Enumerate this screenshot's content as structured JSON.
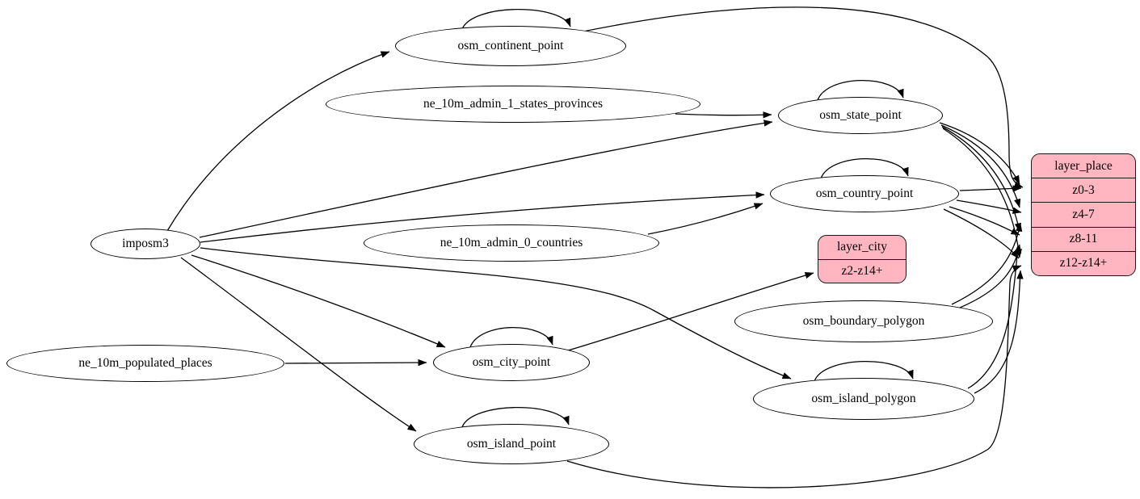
{
  "diagram": {
    "colors": {
      "record_fill": "#ffb6c1",
      "node_fill": "#ffffff",
      "stroke": "#000000"
    },
    "nodes": {
      "imposm3": {
        "label": "imposm3"
      },
      "osm_continent_point": {
        "label": "osm_continent_point"
      },
      "ne_10m_admin_1_states_provinces": {
        "label": "ne_10m_admin_1_states_provinces"
      },
      "osm_state_point": {
        "label": "osm_state_point"
      },
      "osm_country_point": {
        "label": "osm_country_point"
      },
      "ne_10m_admin_0_countries": {
        "label": "ne_10m_admin_0_countries"
      },
      "ne_10m_populated_places": {
        "label": "ne_10m_populated_places"
      },
      "osm_city_point": {
        "label": "osm_city_point"
      },
      "osm_boundary_polygon": {
        "label": "osm_boundary_polygon"
      },
      "osm_island_polygon": {
        "label": "osm_island_polygon"
      },
      "osm_island_point": {
        "label": "osm_island_point"
      }
    },
    "records": {
      "layer_place": {
        "title": "layer_place",
        "rows": [
          "z0-3",
          "z4-7",
          "z8-11",
          "z12-z14+"
        ]
      },
      "layer_city": {
        "title": "layer_city",
        "rows": [
          "z2-z14+"
        ]
      }
    },
    "edges": [
      {
        "from": "imposm3",
        "to": "osm_continent_point"
      },
      {
        "from": "imposm3",
        "to": "osm_state_point"
      },
      {
        "from": "imposm3",
        "to": "osm_country_point"
      },
      {
        "from": "imposm3",
        "to": "osm_city_point"
      },
      {
        "from": "imposm3",
        "to": "osm_island_point"
      },
      {
        "from": "imposm3",
        "to": "osm_island_polygon"
      },
      {
        "from": "ne_10m_admin_1_states_provinces",
        "to": "osm_state_point"
      },
      {
        "from": "ne_10m_admin_0_countries",
        "to": "osm_country_point"
      },
      {
        "from": "ne_10m_populated_places",
        "to": "osm_city_point"
      },
      {
        "from": "osm_continent_point",
        "to": "osm_continent_point"
      },
      {
        "from": "osm_state_point",
        "to": "osm_state_point"
      },
      {
        "from": "osm_country_point",
        "to": "osm_country_point"
      },
      {
        "from": "osm_city_point",
        "to": "osm_city_point"
      },
      {
        "from": "osm_island_point",
        "to": "osm_island_point"
      },
      {
        "from": "osm_island_polygon",
        "to": "osm_island_polygon"
      },
      {
        "from": "osm_continent_point",
        "to": "layer_place:z0-3"
      },
      {
        "from": "osm_state_point",
        "to": "layer_place:z0-3"
      },
      {
        "from": "osm_state_point",
        "to": "layer_place:z4-7"
      },
      {
        "from": "osm_state_point",
        "to": "layer_place:z8-11"
      },
      {
        "from": "osm_state_point",
        "to": "layer_place:z12-z14+"
      },
      {
        "from": "osm_country_point",
        "to": "layer_place:z0-3"
      },
      {
        "from": "osm_country_point",
        "to": "layer_place:z4-7"
      },
      {
        "from": "osm_country_point",
        "to": "layer_place:z8-11"
      },
      {
        "from": "osm_country_point",
        "to": "layer_place:z12-z14+"
      },
      {
        "from": "osm_city_point",
        "to": "layer_city:z2-z14+"
      },
      {
        "from": "osm_boundary_polygon",
        "to": "layer_place:z4-7"
      },
      {
        "from": "osm_boundary_polygon",
        "to": "layer_place:z8-11"
      },
      {
        "from": "osm_island_polygon",
        "to": "layer_place:z8-11"
      },
      {
        "from": "osm_island_polygon",
        "to": "layer_place:z12-z14+"
      },
      {
        "from": "osm_island_point",
        "to": "layer_place:z12-z14+"
      }
    ]
  }
}
